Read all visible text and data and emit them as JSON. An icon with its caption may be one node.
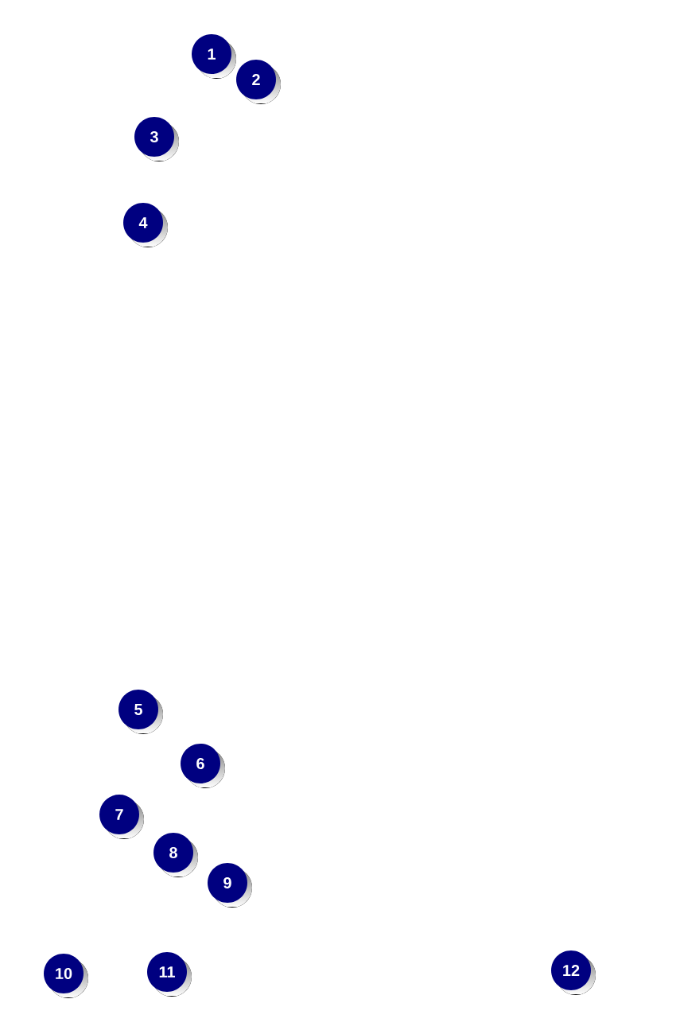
{
  "diagram": {
    "labels": [
      "1",
      "2",
      "3",
      "4",
      "5",
      "6",
      "7",
      "8",
      "9",
      "10",
      "11",
      "12"
    ]
  }
}
